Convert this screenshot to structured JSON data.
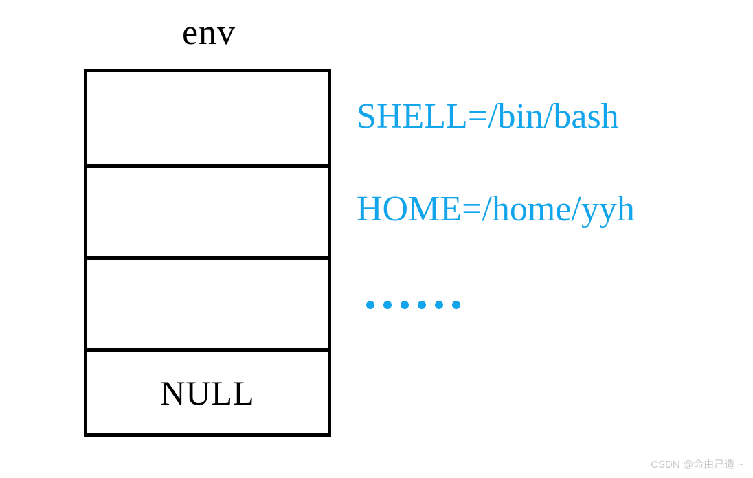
{
  "diagram": {
    "title": "env",
    "array": {
      "name": "env",
      "cells": [
        {
          "label": "",
          "empty": true
        },
        {
          "label": "",
          "empty": true
        },
        {
          "label": "",
          "empty": true
        },
        {
          "label": "NULL",
          "empty": false
        }
      ]
    },
    "annotations": [
      {
        "text": "SHELL=/bin/bash",
        "color": "#12A5EC"
      },
      {
        "text": "HOME=/home/yyh",
        "color": "#12A5EC"
      }
    ],
    "ellipsis": {
      "glyph": "……",
      "dot_count": 6,
      "color": "#12A5EC"
    },
    "colors": {
      "background": "#ffffff",
      "border": "#000000",
      "text": "#000000",
      "accent": "#12A5EC",
      "watermark": "#c9c9c9"
    }
  },
  "watermark": {
    "text": "CSDN @命由己造 ~"
  }
}
